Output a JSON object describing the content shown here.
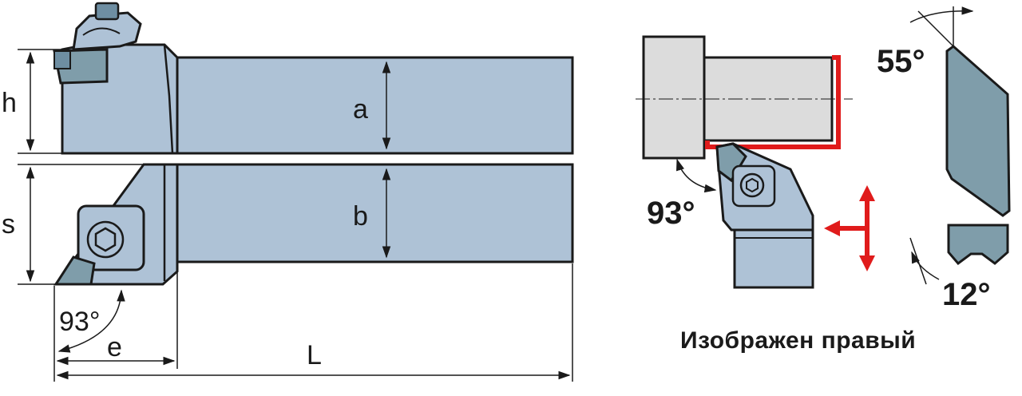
{
  "colors": {
    "holder_fill": "#aec2d6",
    "holder_dark": "#6e8ea2",
    "insert_fill": "#7f9daa",
    "workpiece_fill": "#dcdcdc",
    "cut_edge": "#e01b1b",
    "outline": "#1a1a1a"
  },
  "labels": {
    "h": "h",
    "s": "s",
    "a": "a",
    "b": "b",
    "e": "e",
    "L": "L",
    "angle_left": "93°",
    "angle_right": "93°",
    "angle_55": "55°",
    "angle_12": "12°"
  },
  "caption": "Изображен правый",
  "icons": {
    "feed_arrows": "red-cross-arrows-icon",
    "hex_screw": "hex-socket-icon"
  }
}
